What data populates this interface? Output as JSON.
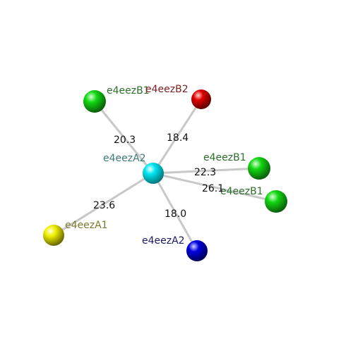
{
  "center": {
    "label": "e4eezA2",
    "color": "#00e5ef"
  },
  "nodes": [
    {
      "label": "e4eezB1",
      "color": "#12d812",
      "distance": "20.3"
    },
    {
      "label": "e4eezB2",
      "color": "#e00000",
      "distance": "18.4"
    },
    {
      "label": "e4eezB1",
      "color": "#12d812",
      "distance": "22.3"
    },
    {
      "label": "e4eezB1",
      "color": "#12d812",
      "distance": "26.1"
    },
    {
      "label": "e4eezA2",
      "color": "#0000e0",
      "distance": "18.0"
    },
    {
      "label": "e4eezA1",
      "color": "#f0f000",
      "distance": "23.6"
    }
  ],
  "label_colors": {
    "center": "#3d7a7a",
    "green": "#2a6e2a",
    "red": "#7a2020",
    "blue": "#1a1a66",
    "yellow": "#7a7a30",
    "distance": "#111111"
  }
}
